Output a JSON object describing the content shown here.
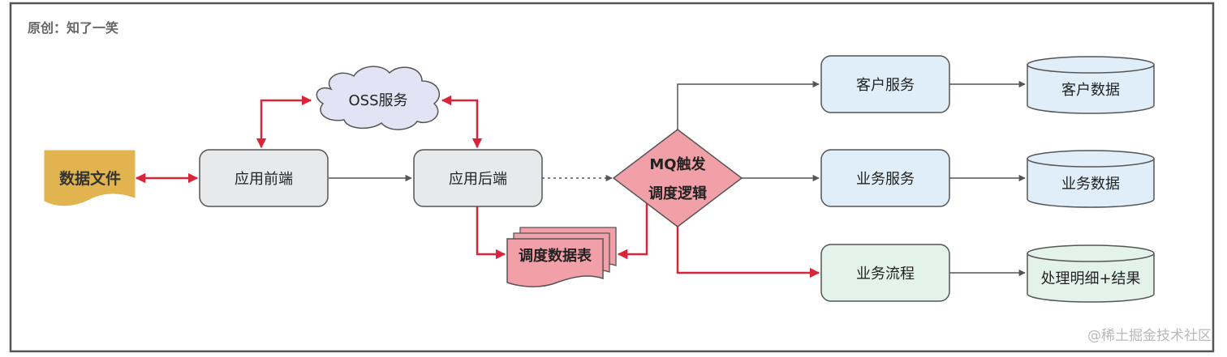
{
  "header": {
    "author_note": "原创：知了一笑"
  },
  "nodes": {
    "data_file": "数据文件",
    "oss": "OSS服务",
    "frontend": "应用前端",
    "backend": "应用后端",
    "mq": [
      "MQ触发",
      "调度逻辑"
    ],
    "schedule_table": "调度数据表",
    "customer_service": "客户服务",
    "business_service": "业务服务",
    "business_flow": "业务流程",
    "customer_data": "客户数据",
    "business_data": "业务数据",
    "detail_result": "处理明细+结果"
  },
  "watermark": "@稀土掘金技术社区",
  "colors": {
    "frame": "#555555",
    "red_arrow": "#d9243a",
    "gray_arrow": "#555555",
    "gray_node": "#e8e9ea",
    "blue_node": "#dfeef8",
    "green_node": "#e3f3ec",
    "pink_node": "#f2a0a7",
    "gold_node": "#e2b44f",
    "cloud": "#e2e4f5"
  }
}
